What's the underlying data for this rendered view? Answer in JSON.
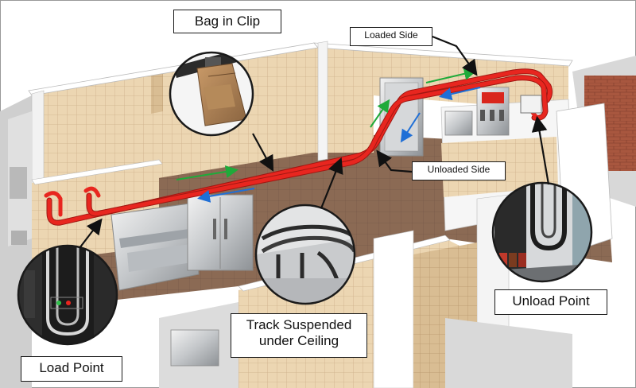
{
  "labels": {
    "bag_in_clip": "Bag in Clip",
    "loaded_side": "Loaded Side",
    "unloaded_side": "Unloaded Side",
    "track_suspended_line1": "Track Suspended",
    "track_suspended_line2": "under Ceiling",
    "unload_point": "Unload Point",
    "load_point": "Load Point"
  },
  "colors": {
    "track": "#e8261f",
    "loaded_arrow": "#1faa3a",
    "unloaded_arrow": "#1f6fd6",
    "wall_tile": "#e9d2ad",
    "floor": "#8a6a52"
  },
  "icons": {
    "sign": "soda-dispenser-icon"
  }
}
